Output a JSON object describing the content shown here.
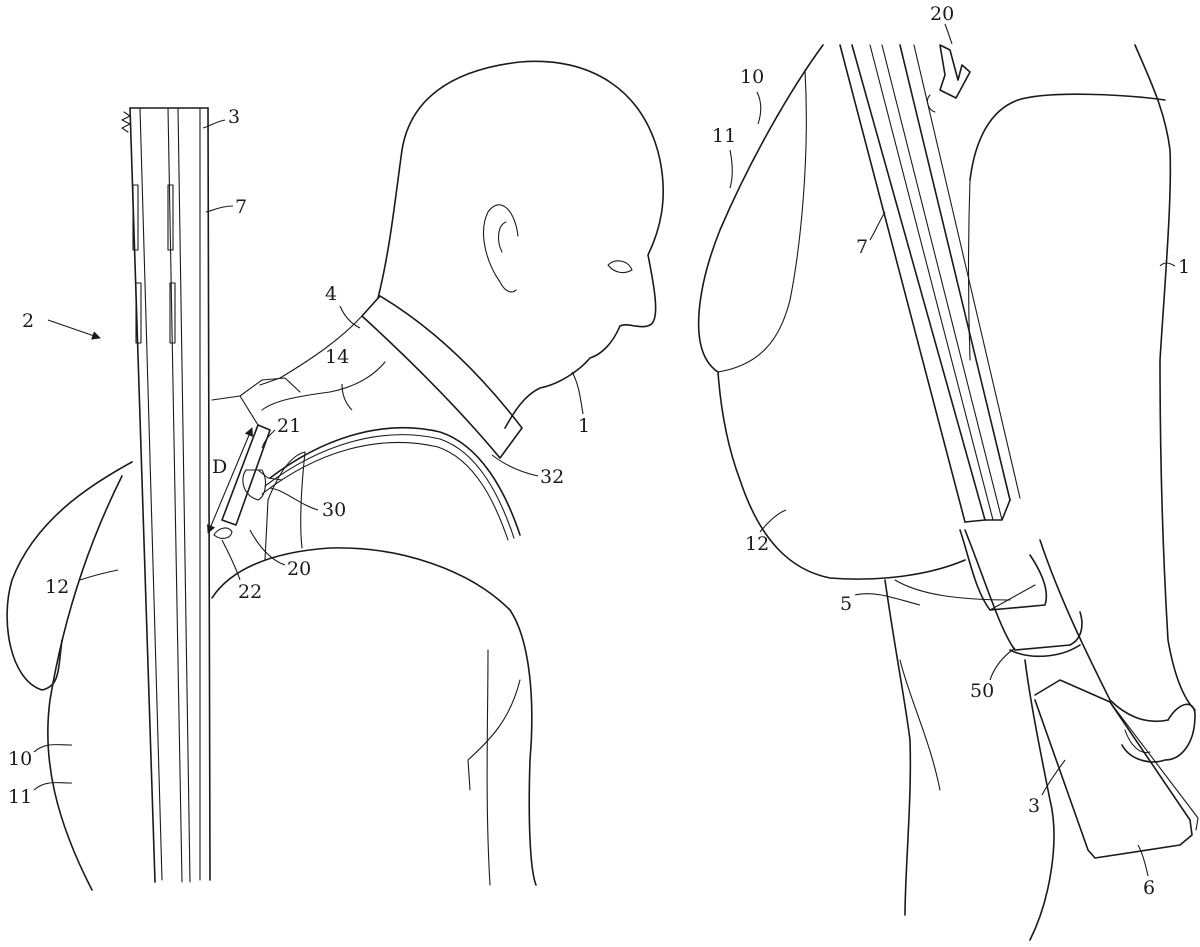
{
  "figure_left": {
    "labels": {
      "gun": "3",
      "rib": "7",
      "system": "2",
      "collar": "4",
      "strap": "14",
      "person": "1",
      "connector_top": "21",
      "direction": "D",
      "loop": "30",
      "harness": "32",
      "clip": "20",
      "hook": "22",
      "arm": "12",
      "jacket": "10",
      "jacket_layer": "11"
    }
  },
  "figure_right": {
    "labels": {
      "clip": "20",
      "jacket": "10",
      "jacket_layer": "11",
      "rib": "7",
      "person": "1",
      "arm": "12",
      "holster": "5",
      "holster_strap": "50",
      "gun": "3",
      "butt_plate": "6"
    }
  }
}
